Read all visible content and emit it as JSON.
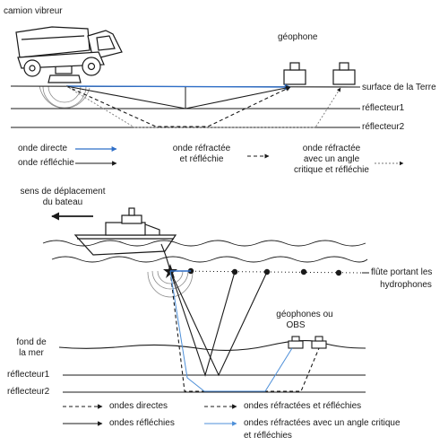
{
  "top": {
    "vibrator_truck": "camion vibreur",
    "geophone": "géophone",
    "surface": "surface de la Terre",
    "reflector1": "réflecteur1",
    "reflector2": "réflecteur2",
    "legend": {
      "direct": "onde directe",
      "reflected": "onde réfléchie",
      "refracted_l1": "onde réfractée",
      "refracted_l2": "et réfléchie",
      "critical_l1": "onde réfractée",
      "critical_l2": "avec un angle",
      "critical_l3": "critique et réfléchie"
    }
  },
  "bottom": {
    "boat_dir_l1": "sens de déplacement",
    "boat_dir_l2": "du bateau",
    "streamer_l1": "flûte portant les",
    "streamer_l2": "hydrophones",
    "obs_l1": "géophones ou",
    "obs_l2": "OBS",
    "seafloor_l1": "fond de",
    "seafloor_l2": "la mer",
    "reflector1": "réflecteur1",
    "reflector2": "réflecteur2",
    "legend": {
      "direct": "ondes directes",
      "reflected": "ondes réfléchies",
      "refracted": "ondes réfractées et réfléchies",
      "critical_l1": "ondes réfractées avec un angle critique",
      "critical_l2": "et réfléchies"
    }
  },
  "colors": {
    "direct_wave": "#2f6fc8",
    "critical_wave": "#4d8fd8",
    "ink": "#1a1a1a"
  }
}
